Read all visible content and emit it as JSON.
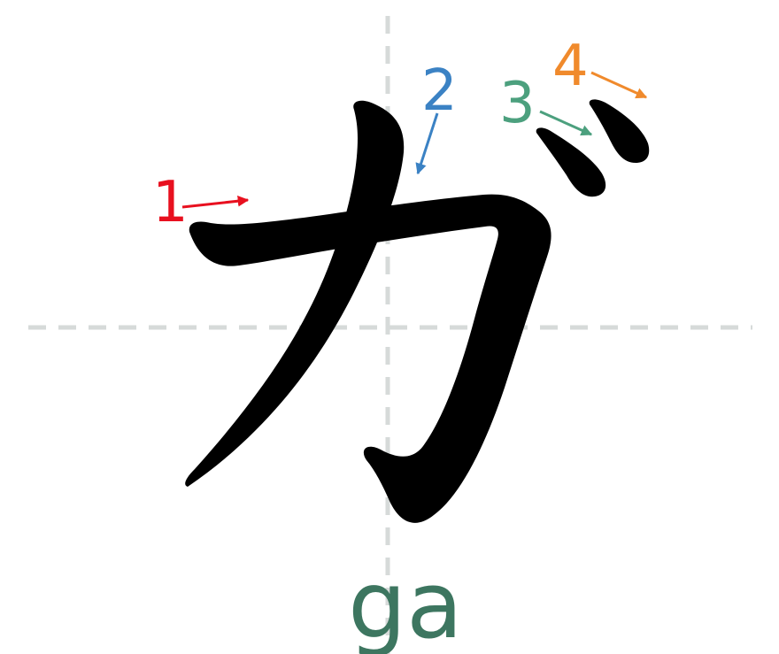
{
  "character": {
    "glyph": "ガ",
    "color": "#000000"
  },
  "romaji": {
    "text": "ga",
    "color": "#3d7660"
  },
  "guide": {
    "color": "#d6dad9"
  },
  "strokes": [
    {
      "label": "1",
      "color": "#e8101f"
    },
    {
      "label": "2",
      "color": "#3b82c4"
    },
    {
      "label": "3",
      "color": "#4ca07e"
    },
    {
      "label": "4",
      "color": "#f08a2c"
    }
  ]
}
